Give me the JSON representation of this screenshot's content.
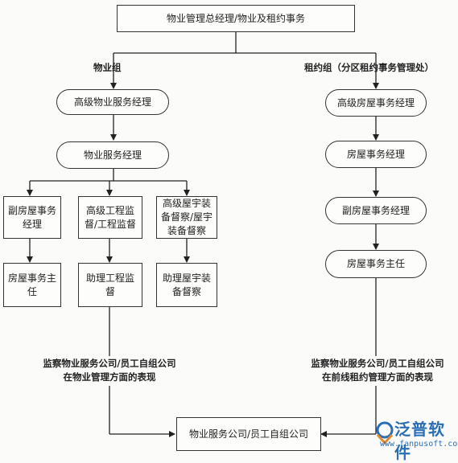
{
  "top": "物业管理总经理/物业及租约事务",
  "left_group": {
    "label": "物业组",
    "senior_manager": "高级物业服务经理",
    "service_manager": "物业服务经理",
    "col1_top": "副房屋事务经理",
    "col1_bottom": "房屋事务主任",
    "col2_top": "高级工程监督/工程监督",
    "col2_bottom": "助理工程监督",
    "col3_top": "高级屋宇装备督察/屋宇装备督察",
    "col3_bottom": "助理屋宇装备督察",
    "note_line1": "监察物业服务公司/员工自组公司",
    "note_line2": "在物业管理方面的表现"
  },
  "right_group": {
    "label": "租约组（分区租约事务管理处）",
    "senior_manager": "高级房屋事务经理",
    "manager": "房屋事务经理",
    "deputy_manager": "副房屋事务经理",
    "officer": "房屋事务主任",
    "note_line1": "监察物业服务公司/员工自组公司",
    "note_line2": "在前线租约管理方面的表现"
  },
  "bottom": "物业服务公司/员工自组公司",
  "watermark": {
    "name": "泛普软件",
    "url": "www.fanpusoft.com",
    "color": "#2a6fb5"
  }
}
